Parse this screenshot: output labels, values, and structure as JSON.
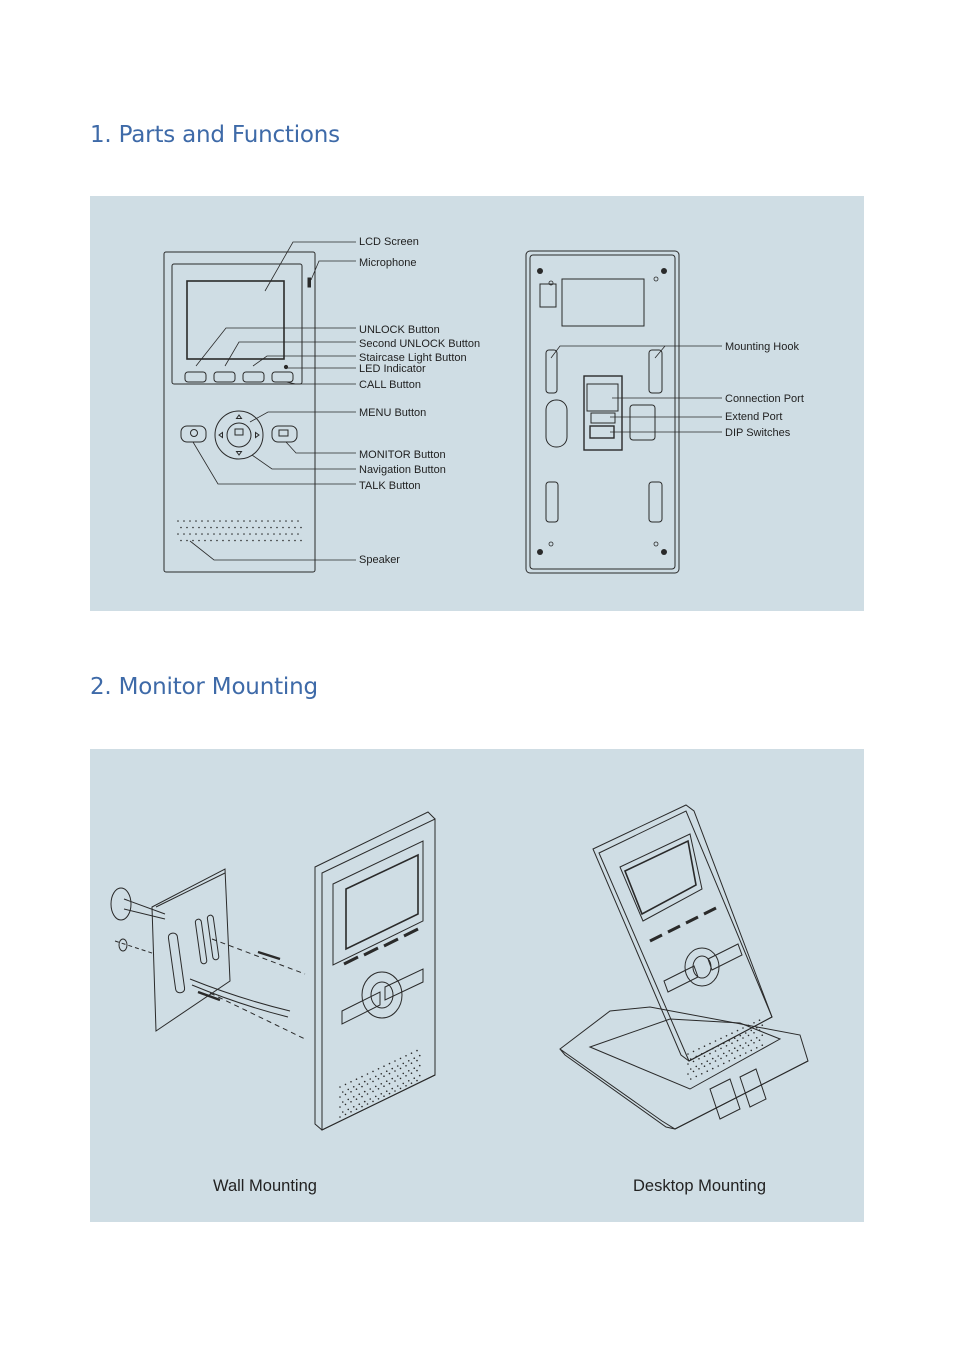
{
  "sections": {
    "parts": {
      "title": "1. Parts and Functions"
    },
    "mounting": {
      "title": "2. Monitor Mounting"
    }
  },
  "front_labels": {
    "lcd_screen": "LCD Screen",
    "microphone": "Microphone",
    "unlock": "UNLOCK Button",
    "second_unlock": "Second UNLOCK  Button",
    "staircase_light": "Staircase Light  Button",
    "led": "LED Indicator",
    "call": "CALL Button",
    "menu": "MENU Button",
    "monitor": "MONITOR Button",
    "navigation": "Navigation Button",
    "talk": "TALK Button",
    "speaker": "Speaker"
  },
  "back_labels": {
    "mounting_hook": "Mounting Hook",
    "connection_port": "Connection Port",
    "extend_port": "Extend Port",
    "dip_switches": "DIP Switches"
  },
  "mounting_captions": {
    "wall": "Wall Mounting",
    "desktop": "Desktop Mounting"
  },
  "colors": {
    "title": "#3e6aa8",
    "panel": "#cfdde4",
    "line": "#2a2a2a"
  }
}
